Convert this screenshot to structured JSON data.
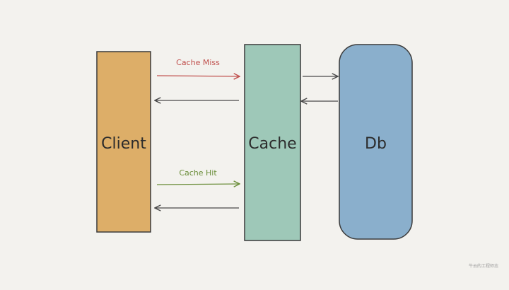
{
  "diagram": {
    "nodes": {
      "client": {
        "label": "Client",
        "color": "#ddae68"
      },
      "cache": {
        "label": "Cache",
        "color": "#9ec8b8"
      },
      "db": {
        "label": "Db",
        "color": "#8aafcc"
      }
    },
    "edges": {
      "miss_label": "Cache Miss",
      "miss_color": "#c0504d",
      "hit_label": "Cache Hit",
      "hit_color": "#6b8e3a",
      "return_color": "#4a4a4a"
    }
  },
  "watermark": "牛云的工程师志"
}
